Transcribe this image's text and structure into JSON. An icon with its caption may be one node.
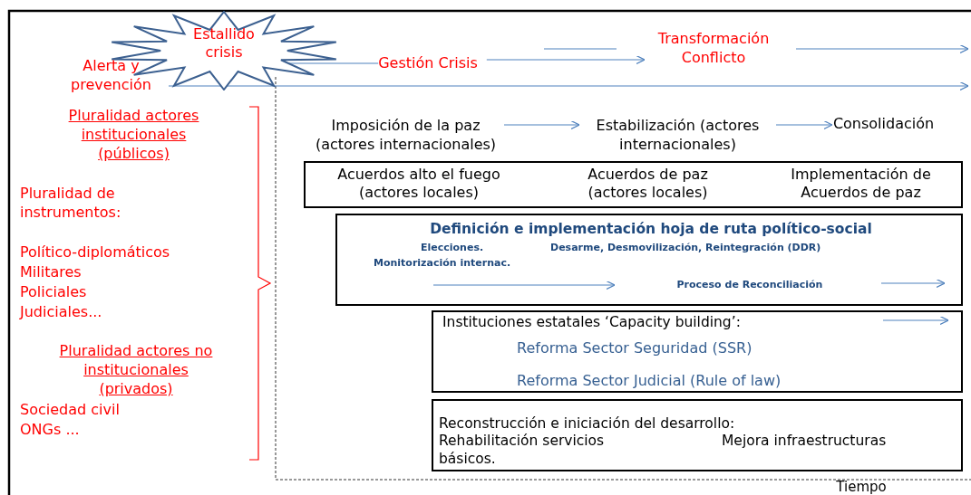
{
  "diagram": {
    "nodes": [
      {
        "text": [
          "Estallido crisis"
        ]
      },
      {
        "text": [
          "Alerta y prevención"
        ]
      },
      {
        "text": [
          "Gestión Crisis"
        ]
      },
      {
        "text": [
          "Transformación Conflicto"
        ]
      },
      {
        "text": [
          "Imposición de la paz (actores internacionales)"
        ]
      },
      {
        "text": [
          "Estabilización (actores internacionales)"
        ]
      },
      {
        "text": [
          "Consolidación"
        ]
      },
      {
        "text": [
          "Acuerdos alto el fuego (actores locales)",
          "Acuerdos de paz (actores locales)",
          "Implementación de Acuerdos de paz"
        ]
      },
      {
        "text": [
          "Definición e implementación hoja de ruta político-social",
          "Elecciones.",
          "Desarme, Desmovilización, Reintegración  (DDR)",
          "Monitorización internac.",
          "Proceso de Reconciliación"
        ]
      },
      {
        "text": [
          "Instituciones estatales ‘Capacity building’:",
          "Reforma Sector Seguridad (SSR)",
          "Reforma Sector Judicial (Rule of law)"
        ]
      },
      {
        "text": [
          "Reconstrucción e iniciación del desarrollo:",
          "Rehabilitación servicios básicos.",
          "Mejora infraestructuras"
        ]
      }
    ],
    "edges": [
      {
        "from": 0,
        "to": 2,
        "arrow": "none"
      },
      {
        "from": 2,
        "to": 3,
        "arrow": "to"
      },
      {
        "from": 3,
        "to": null,
        "arrow": "to"
      },
      {
        "from": 1,
        "to": null,
        "arrow": "to"
      },
      {
        "from": 4,
        "to": 5,
        "arrow": "to"
      },
      {
        "from": 5,
        "to": 6,
        "arrow": "to"
      }
    ],
    "labels": [
      "Pluralidad actores institucionales (públicos)",
      "Pluralidad de instrumentos:",
      "Político-diplomáticos",
      "Militares",
      "Policiales",
      "Judiciales...",
      "Pluralidad actores no institucionales (privados)",
      "Sociedad civil",
      "ONGs ...",
      "Tiempo"
    ]
  }
}
